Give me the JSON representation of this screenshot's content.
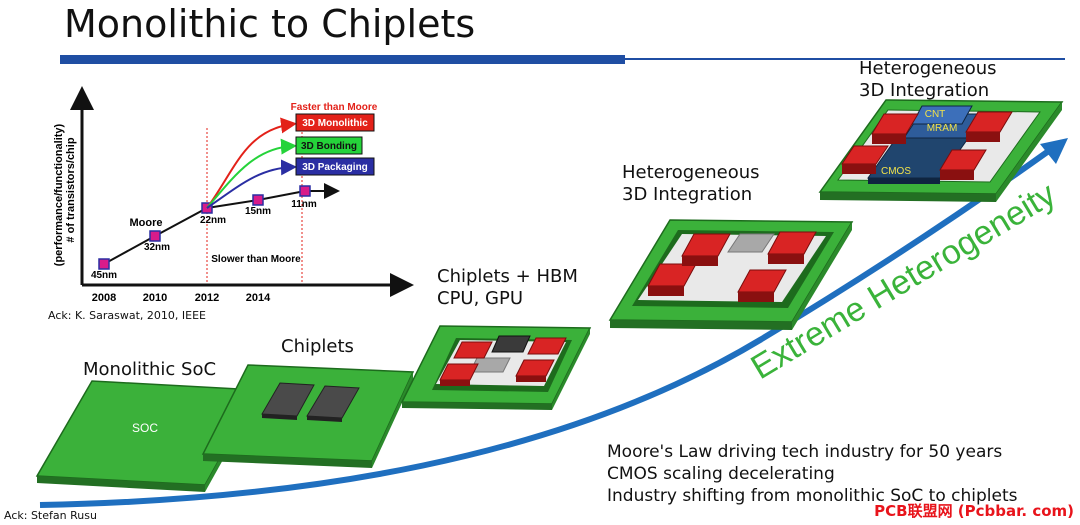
{
  "title": "Monolithic to Chiplets",
  "inset_chart": {
    "y_axis_label": "# of transistors/chip",
    "y_axis_label_2": "(performance/functionality)",
    "x_ticks": [
      "2008",
      "2010",
      "2012",
      "2014"
    ],
    "nodes": [
      "45nm",
      "32nm",
      "22nm",
      "15nm",
      "11nm"
    ],
    "moore_label": "Moore",
    "faster_label": "Faster than Moore",
    "slower_label": "Slower than Moore",
    "boxes": [
      "3D Monolithic",
      "3D Bonding",
      "3D Packaging"
    ],
    "colors": {
      "monolithic": "#e32119",
      "bonding": "#25d33a",
      "packaging": "#2a2ea3"
    },
    "ack": "Ack: K. Saraswat, 2010, IEEE"
  },
  "stages": {
    "monolithic": "Monolithic SoC",
    "soc_chip": "SOC",
    "chiplets": "Chiplets",
    "hbm_line1": "Chiplets + HBM",
    "hbm_line2": "CPU, GPU",
    "hetero_line1": "Heterogeneous",
    "hetero_line2": "3D Integration",
    "hetero2_line1": "Heterogeneous",
    "hetero2_line2": "3D Integration",
    "layer_cnt": "CNT",
    "layer_mram": "MRAM",
    "layer_cmos": "CMOS"
  },
  "trend_label": "Extreme Heterogeneity",
  "bullets": [
    "Moore's Law driving tech industry for 50 years",
    "CMOS scaling decelerating",
    "Industry shifting from monolithic SoC to chiplets"
  ],
  "ack_bottom": "Ack: Stefan Rusu",
  "watermark": "PCB联盟网 (Pcbbar. com)",
  "colors": {
    "board_green": "#3bb13a",
    "accent_blue": "#1f4ea3",
    "trend_blue": "#1f6fbf",
    "trend_green": "#3ab33a"
  }
}
